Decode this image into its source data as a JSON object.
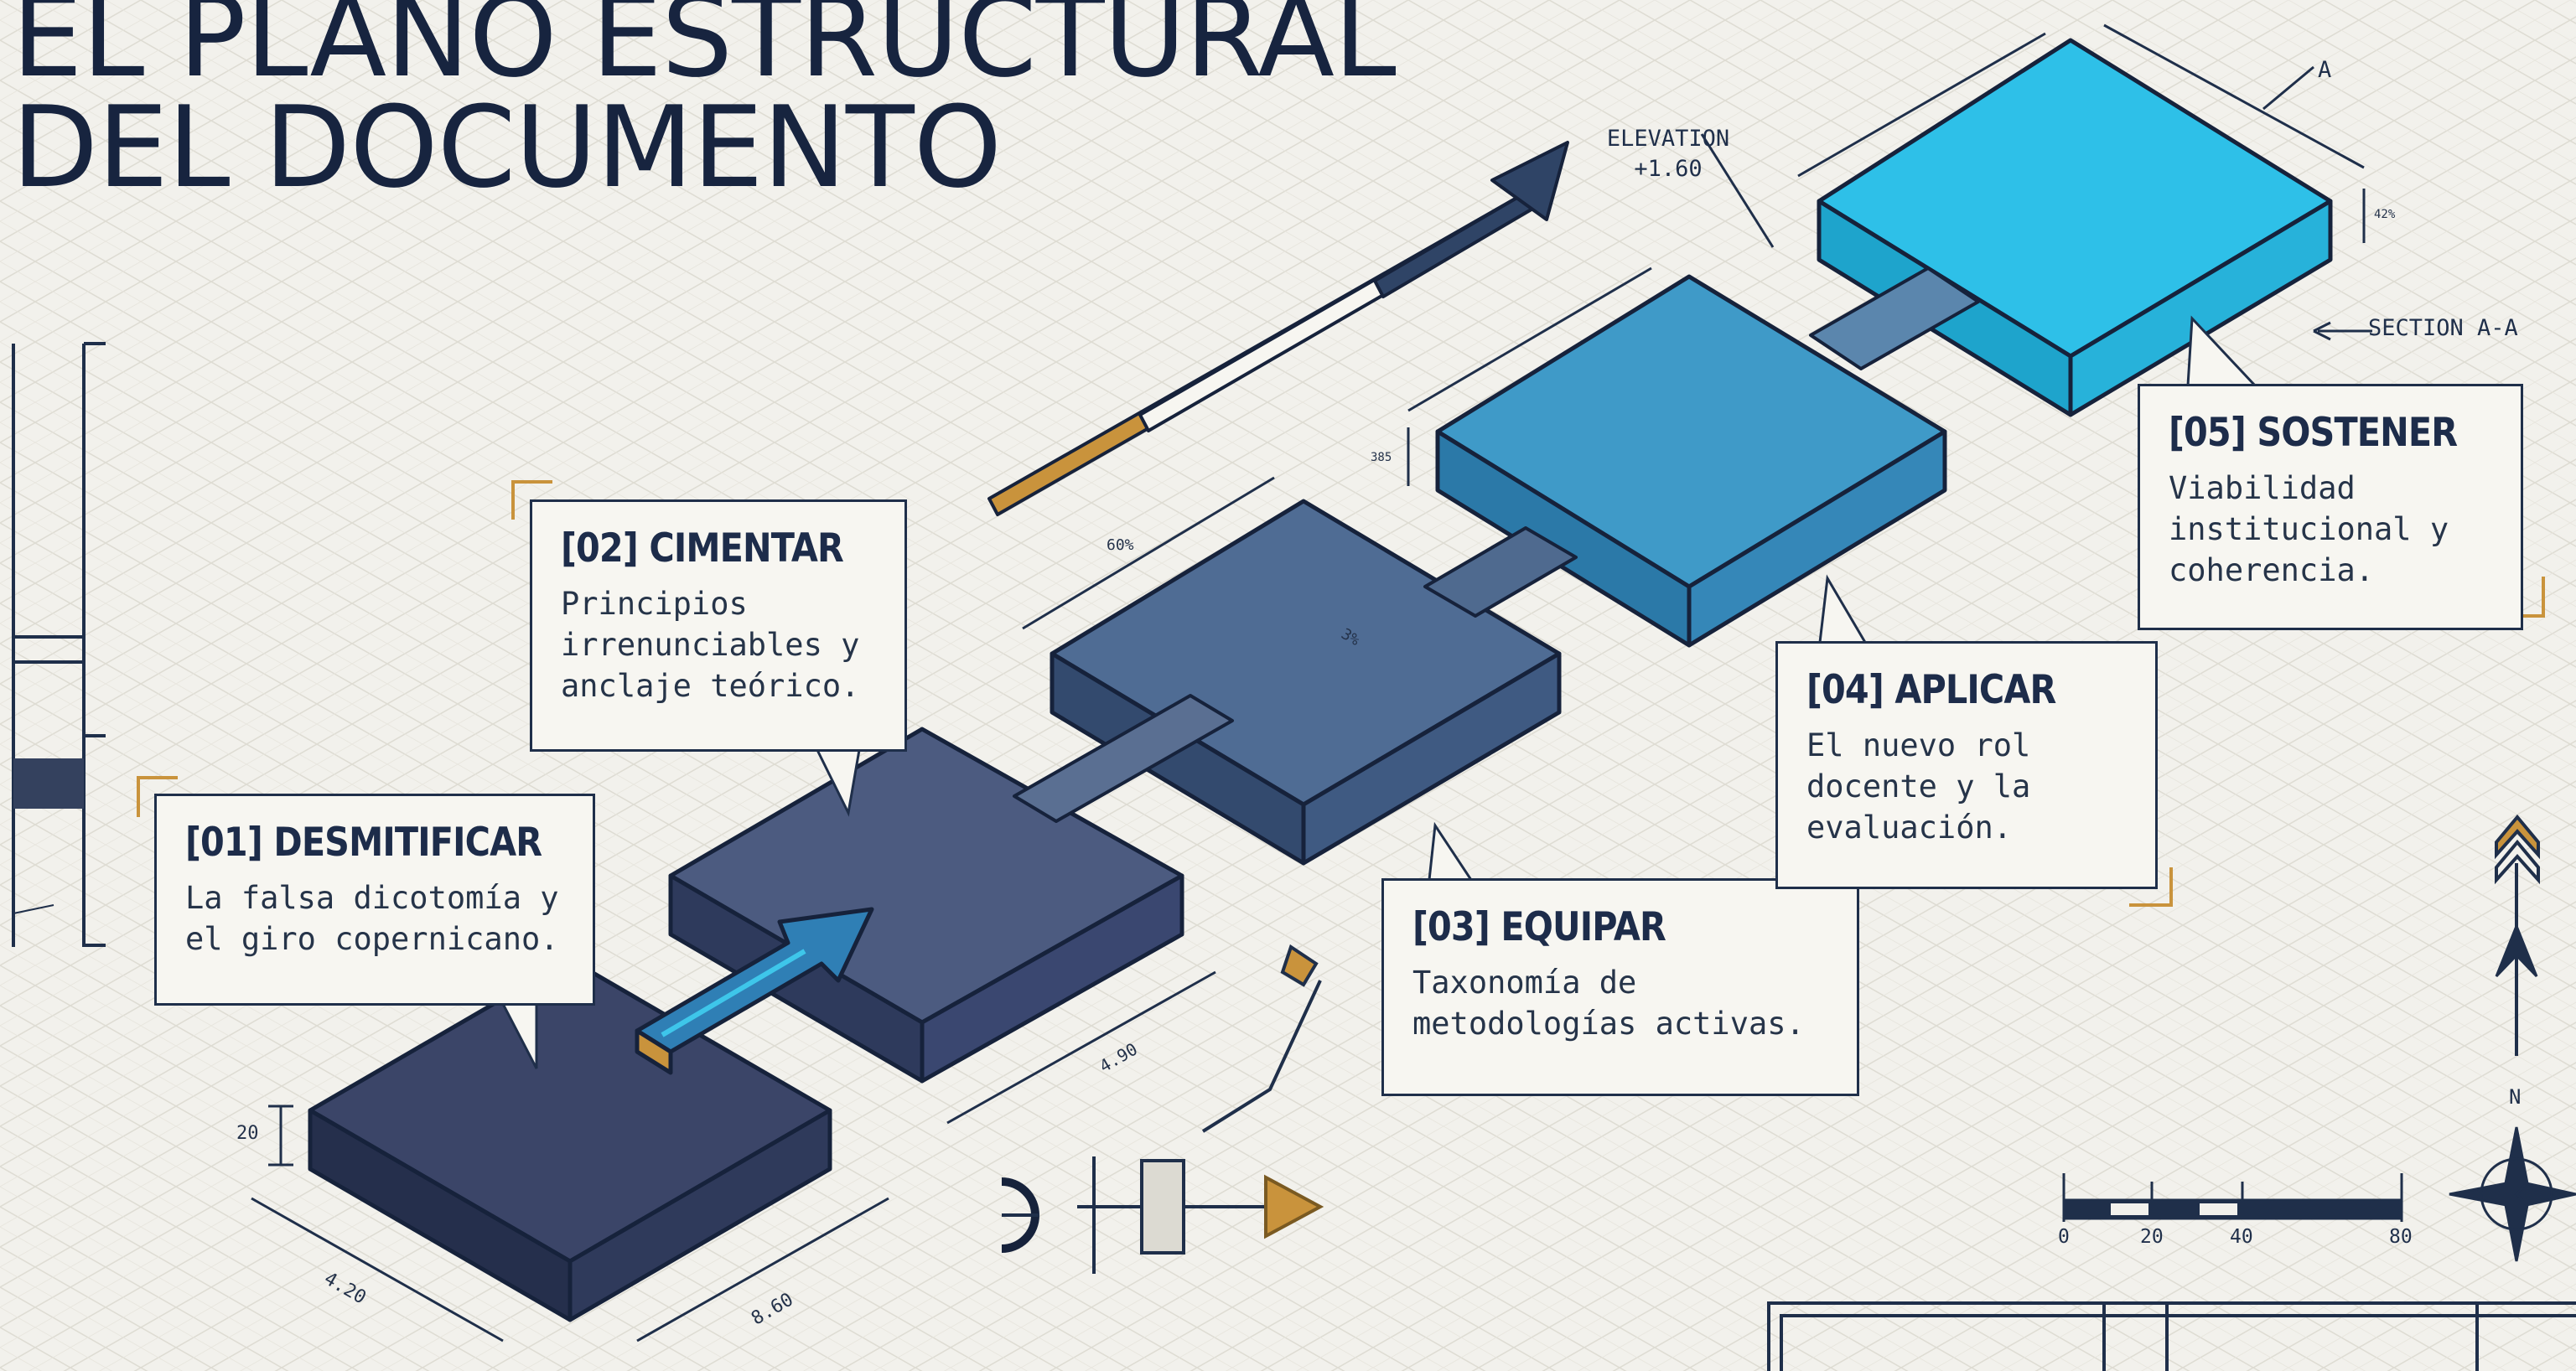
{
  "title": {
    "line1": "EL PLANO ESTRUCTURAL",
    "line2": "DEL DOCUMENTO"
  },
  "callouts": [
    {
      "number": "[01]",
      "heading": "[01] DESMITIFICAR",
      "text": "La falsa dicotomía y\nel giro copernicano."
    },
    {
      "number": "[02]",
      "heading": "[02] CIMENTAR",
      "text": "Principios\nirrenunciables y\nanclaje teórico."
    },
    {
      "number": "[03]",
      "heading": "[03] EQUIPAR",
      "text": "Taxonomía de\nmetodologías activas."
    },
    {
      "number": "[04]",
      "heading": "[04] APLICAR",
      "text": "El nuevo rol\ndocente y la\nevaluación."
    },
    {
      "number": "[05]",
      "heading": "[05] SOSTENER",
      "text": "Viabilidad\ninstitucional y\ncoherencia."
    }
  ],
  "annotations": {
    "elevation_label": "ELEVATION",
    "elevation_value": "+1.60",
    "section_label": "SECTION A-A",
    "section_marker": "A",
    "north": "N"
  },
  "dimensions": {
    "block1_height": "20",
    "block1_width": "4.20",
    "block1_depth": "8.60",
    "block2_length": "4.90",
    "block3_width": "60%",
    "block3_inner": "3%",
    "block4_height": "385",
    "block5_height": "42%"
  },
  "scale_bar": {
    "ticks": [
      "0",
      "20",
      "40",
      "80"
    ]
  },
  "colors": {
    "ink": "#1d2c4a",
    "paper": "#f2f1ec",
    "block1": "#3b4568",
    "block2": "#4c5b80",
    "block3": "#4f6c94",
    "block4": "#3f9ac8",
    "block5": "#2ec0e8",
    "accent_gold": "#c9933c",
    "accent_cyan": "#3ec6ea"
  }
}
